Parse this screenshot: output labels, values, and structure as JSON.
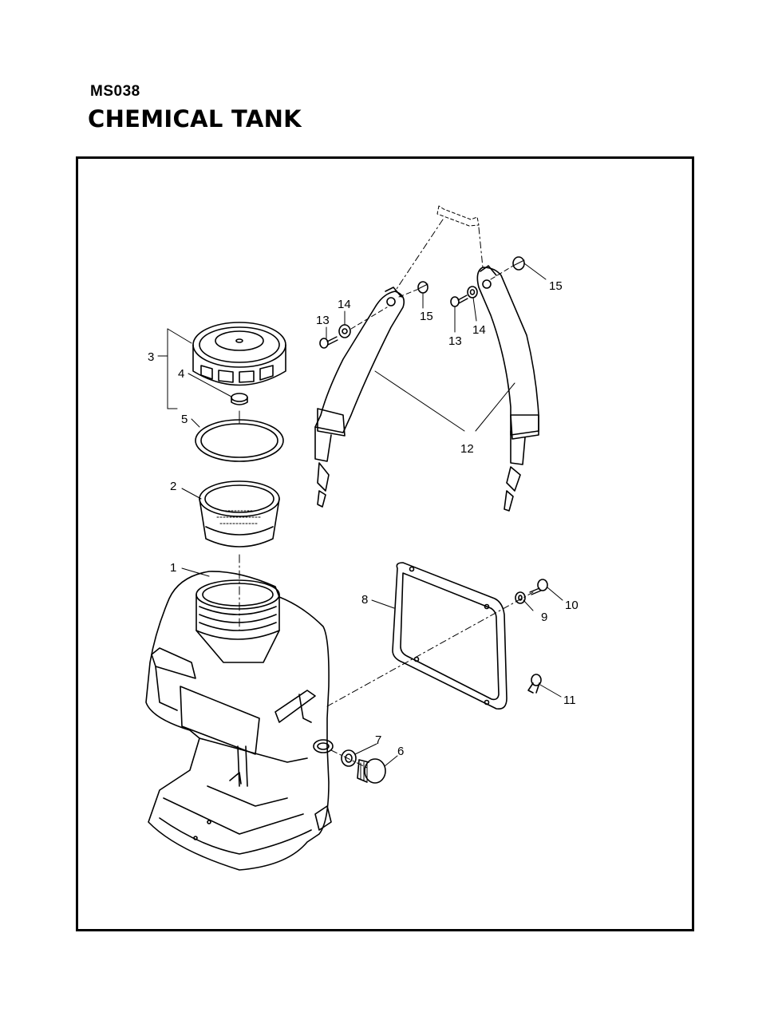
{
  "header": {
    "code": "MS038",
    "title": "CHEMICAL TANK"
  },
  "callouts": [
    "1",
    "2",
    "3",
    "4",
    "5",
    "6",
    "7",
    "8",
    "9",
    "10",
    "11",
    "12",
    "13",
    "14",
    "15"
  ]
}
